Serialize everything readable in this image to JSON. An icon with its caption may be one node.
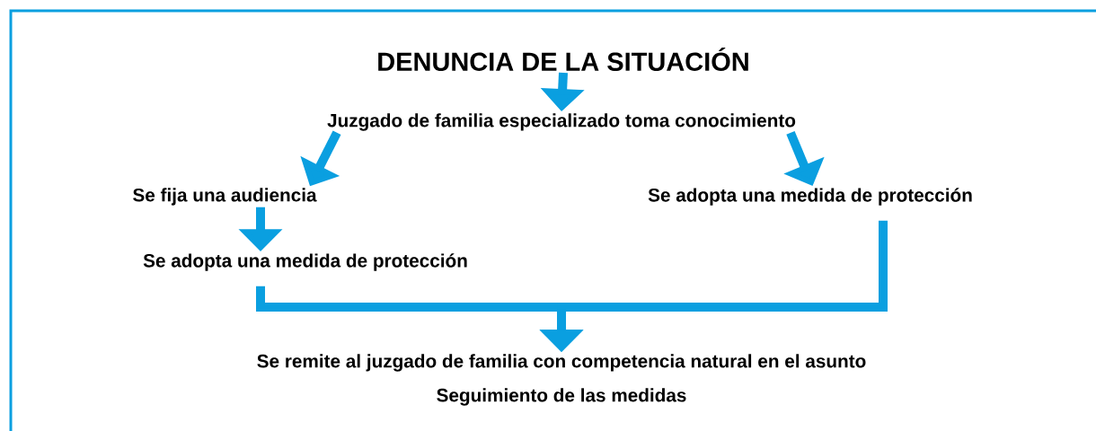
{
  "diagram": {
    "nodes": [
      {
        "text": [
          "DENUNCIA DE LA SITUACIÓN"
        ]
      },
      {
        "text": [
          "Juzgado de familia especializado toma conocimiento"
        ]
      },
      {
        "text": [
          "Se fija una audiencia"
        ]
      },
      {
        "text": [
          "Se adopta una medida de protección"
        ]
      },
      {
        "text": [
          "Se adopta una medida de protección"
        ]
      },
      {
        "text": [
          "Se remite al juzgado de familia con competencia natural en el asunto"
        ]
      }
    ],
    "edges": [
      {
        "from": 0,
        "to": 1,
        "arrow": "to"
      },
      {
        "from": 1,
        "to": 2,
        "arrow": "to"
      },
      {
        "from": 1,
        "to": 3,
        "arrow": "to"
      },
      {
        "from": 2,
        "to": 4,
        "arrow": "to"
      },
      {
        "from": 4,
        "to": 5,
        "arrow": "to"
      },
      {
        "from": 3,
        "to": 5,
        "arrow": "to"
      }
    ],
    "labels": [
      "Seguimiento de las medidas"
    ]
  }
}
